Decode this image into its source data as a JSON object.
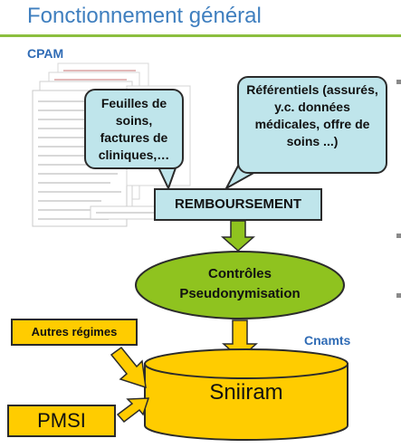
{
  "slide": {
    "title": "Fonctionnement général"
  },
  "labels": {
    "cpam": "CPAM",
    "cnamts": "Cnamts"
  },
  "callouts": {
    "feuilles": "Feuilles de soins, factures de cliniques,…",
    "referentiels": "Référentiels (assurés, y.c. données médicales, offre de soins ...)"
  },
  "nodes": {
    "remboursement": "REMBOURSEMENT",
    "controles_line1": "Contrôles",
    "controles_line2": "Pseudonymisation",
    "autres_regimes": "Autres régimes",
    "sniiram": "Sniiram",
    "pmsi": "PMSI"
  },
  "colors": {
    "title": "#3f7fbf",
    "accent_rule": "#8cbf3f",
    "callout_fill": "#bfe5eb",
    "ellipse_fill": "#8fc31f",
    "arrow_fill": "#ffcc00",
    "label_blue": "#2f6bb5"
  }
}
